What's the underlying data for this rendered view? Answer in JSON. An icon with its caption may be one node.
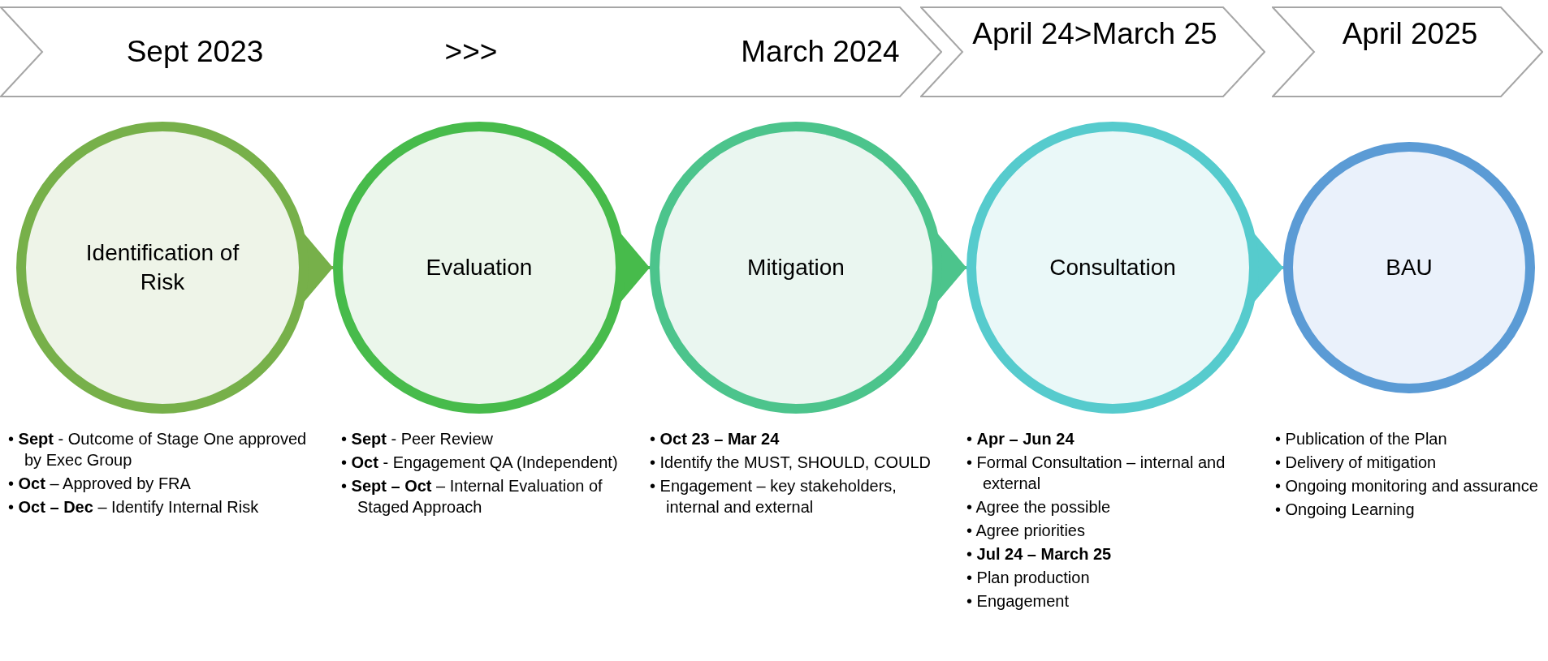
{
  "diagram": {
    "nodes": [
      {
        "text": [
          "Sept 2023",
          ">>>",
          "March 2024"
        ]
      },
      {
        "text": [
          "April 24>March 25"
        ]
      },
      {
        "text": [
          "April 2025"
        ]
      },
      {
        "text": [
          "Identification of Risk"
        ],
        "beside": [
          "• **Sept** - Outcome of Stage One approved by Exec Group",
          "• **Oct** – Approved by FRA",
          "• **Oct – Dec** – Identify Internal Risk"
        ]
      },
      {
        "text": [
          "Evaluation"
        ],
        "beside": [
          "• **Sept** - Peer Review",
          "• **Oct**  - Engagement QA (Independent)",
          "• **Sept – Oct** – Internal Evaluation of Staged Approach"
        ]
      },
      {
        "text": [
          "Mitigation"
        ],
        "beside": [
          "• **Oct 23 – Mar 24**",
          "• Identify the MUST, SHOULD, COULD",
          "• Engagement – key stakeholders, internal and external"
        ]
      },
      {
        "text": [
          "Consultation"
        ],
        "beside": [
          "• **Apr – Jun 24**",
          "• Formal Consultation – internal and external",
          "• Agree the possible",
          "• Agree priorities",
          "• **Jul 24 – March 25**",
          "• Plan production",
          "• Engagement"
        ]
      },
      {
        "text": [
          "BAU"
        ],
        "beside": [
          "• Publication of the Plan",
          "• Delivery of mitigation",
          "• Ongoing monitoring and assurance",
          "• Ongoing Learning"
        ]
      }
    ],
    "edges": [
      {
        "from": 3,
        "to": 4,
        "arrow": "to",
        "color": "#77b04a"
      },
      {
        "from": 4,
        "to": 5,
        "arrow": "to",
        "color": "#47bb4b"
      },
      {
        "from": 5,
        "to": 6,
        "arrow": "to",
        "color": "#4cc48c"
      },
      {
        "from": 6,
        "to": 7,
        "arrow": "to",
        "color": "#56cbcd"
      }
    ]
  }
}
